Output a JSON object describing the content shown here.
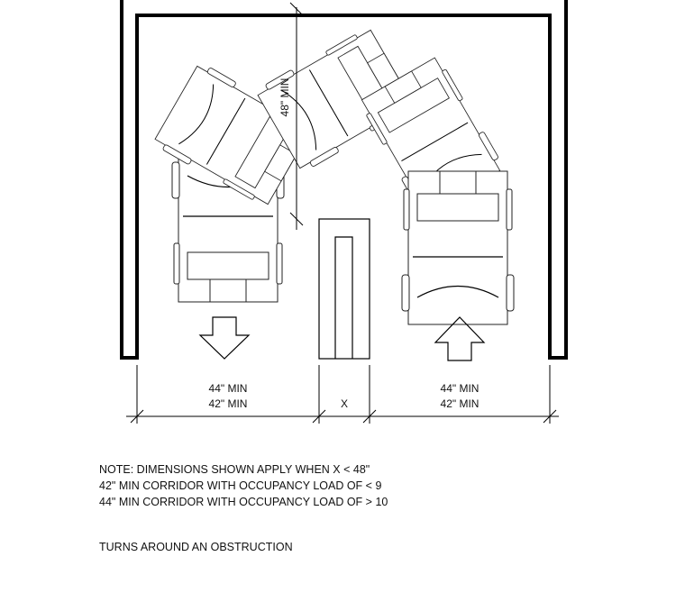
{
  "dimensions": {
    "turn_depth": "48\" MIN",
    "left_width_line1": "44\" MIN",
    "left_width_line2": "42\" MIN",
    "obstruction_width": "X",
    "right_width_line1": "44\" MIN",
    "right_width_line2": "42\" MIN"
  },
  "notes": [
    "NOTE: DIMENSIONS SHOWN APPLY WHEN X < 48\"",
    "42\" MIN CORRIDOR WITH OCCUPANCY LOAD OF < 9",
    "44\" MIN CORRIDOR WITH OCCUPANCY LOAD OF > 10"
  ],
  "caption": "TURNS AROUND AN OBSTRUCTION",
  "arrows": {
    "left": "down",
    "right": "up"
  }
}
